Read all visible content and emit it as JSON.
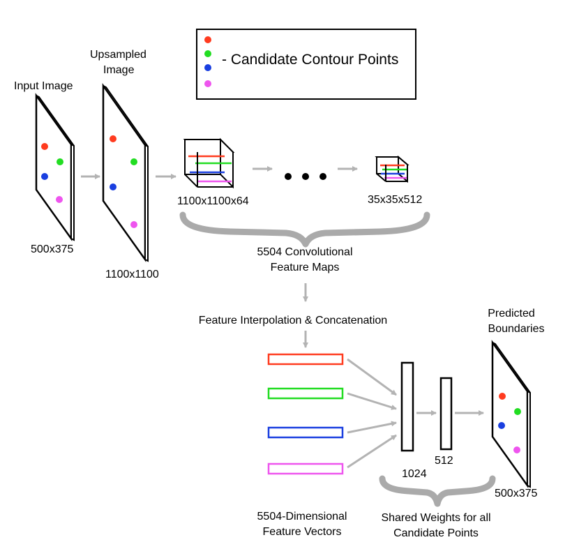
{
  "legend": {
    "text": "- Candidate Contour Points",
    "colors": [
      "#ff3b1f",
      "#22dd22",
      "#1a3fe0",
      "#ee55ee"
    ]
  },
  "input_image": {
    "label": "Input Image",
    "size": "500x375"
  },
  "upsampled_image": {
    "label_line1": "Upsampled",
    "label_line2": "Image",
    "size": "1100x1100"
  },
  "first_feature_map": {
    "size": "1100x1100x64"
  },
  "last_feature_map": {
    "size": "35x35x512"
  },
  "feature_maps_brace": {
    "line1": "5504 Convolutional",
    "line2": "Feature Maps"
  },
  "interpolation_label": "Feature Interpolation & Concatenation",
  "feature_vectors": {
    "line1": "5504-Dimensional",
    "line2": "Feature Vectors"
  },
  "fc_layers": {
    "layer1_size": "1024",
    "layer2_size": "512"
  },
  "shared_weights": {
    "line1": "Shared Weights for all",
    "line2": "Candidate Points"
  },
  "predicted_boundaries": {
    "label_line1": "Predicted",
    "label_line2": "Boundaries",
    "size": "500x375"
  },
  "colors": {
    "arrow": "#b3b3b3",
    "red": "#ff3b1f",
    "green": "#22dd22",
    "blue": "#1a3fe0",
    "magenta": "#ee55ee"
  }
}
